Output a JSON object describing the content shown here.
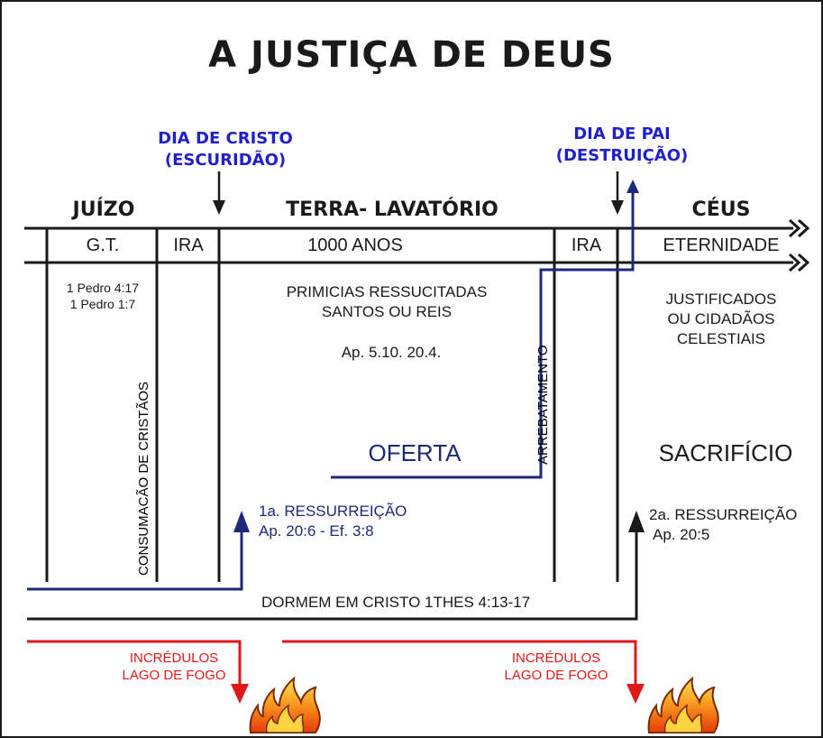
{
  "title": "A JUSTIÇA  DE DEUS",
  "markers": {
    "dia_de_cristo": [
      "DIA DE CRISTO",
      "(ESCURIDÃO)"
    ],
    "dia_de_pai": [
      "DIA DE PAI",
      "(DESTRUIÇÃO)"
    ]
  },
  "headers": {
    "juizo": "JUÍZO",
    "terra": "TERRA- LAVATÓRIO",
    "ceus": "CÉUS"
  },
  "timeline_row": {
    "gt": "G.T.",
    "ira1": "IRA",
    "mil_anos": "1000   ANOS",
    "ira2": "IRA",
    "eternidade": "ETERNIDADE"
  },
  "refs_left": [
    "1 Pedro 4:17",
    "1 Pedro 1:7"
  ],
  "consumacao": "CONSUMACÃO DE CRISTÃOS",
  "primicias": [
    "PRIMICIAS RESSUCITADAS",
    "SANTOS OU REIS"
  ],
  "ap_ref": "Ap. 5.10. 20.4.",
  "arrebatamento": "ARREBATAMENTO",
  "justificados": [
    "JUSTIFICADOS",
    "OU CIDADÃOS",
    "CELESTIAIS"
  ],
  "oferta": "OFERTA",
  "sacrificio": "SACRIFÍCIO",
  "ressurreicao1": [
    "1a. RESSURREIÇÃO",
    "Ap. 20:6 - Ef. 3:8"
  ],
  "ressurreicao2": [
    "2a. RESSURREIÇÃO",
    "Ap. 20:5"
  ],
  "dormem": "DORMEM EM CRISTO  1THES 4:13-17",
  "incredulos_left": [
    "INCRÉDULOS",
    "LAGO DE FOGO"
  ],
  "incredulos_right": [
    "INCRÉDULOS",
    "LAGO DE FOGO"
  ],
  "colors": {
    "blue": "#1f1fcc",
    "navy": "#1d2a7a",
    "red": "#e01818",
    "black": "#1a1a1a"
  },
  "icons": [
    "down-arrow-icon",
    "up-arrow-icon",
    "double-chevron-right-icon",
    "fire-icon"
  ]
}
